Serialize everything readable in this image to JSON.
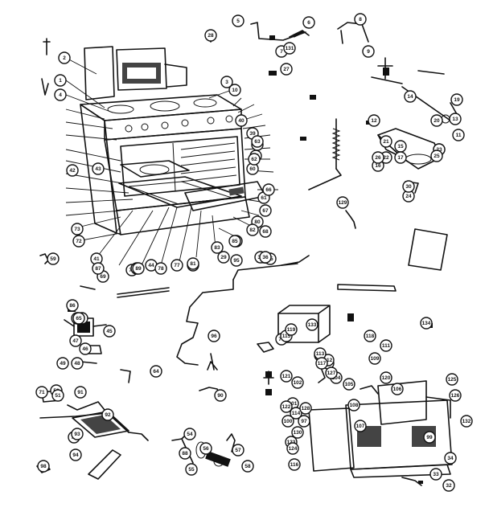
{
  "diagram": {
    "callouts": [
      "1",
      "2",
      "3",
      "4",
      "5",
      "6",
      "7",
      "8",
      "9",
      "10",
      "11",
      "12",
      "13",
      "14",
      "15",
      "16",
      "17",
      "18",
      "19",
      "20",
      "21",
      "22",
      "23",
      "24",
      "25",
      "26",
      "27",
      "28",
      "29",
      "30",
      "31",
      "32",
      "33",
      "34",
      "35",
      "36",
      "37",
      "38",
      "39",
      "40",
      "41",
      "42",
      "43",
      "44",
      "45",
      "46",
      "47",
      "48",
      "49",
      "50",
      "51",
      "52",
      "53",
      "54",
      "55",
      "56",
      "57",
      "58",
      "59",
      "60",
      "61",
      "62",
      "63",
      "64",
      "65",
      "66",
      "67",
      "68",
      "69",
      "70",
      "71",
      "72",
      "73",
      "74",
      "75",
      "76",
      "77",
      "78",
      "79",
      "80",
      "81",
      "82",
      "83",
      "84",
      "85",
      "86",
      "87",
      "88",
      "89",
      "90",
      "91",
      "92",
      "93",
      "94",
      "95",
      "96",
      "97",
      "98",
      "99",
      "100",
      "101",
      "102",
      "103",
      "104",
      "105",
      "106",
      "107",
      "108",
      "109",
      "110",
      "111",
      "112",
      "113",
      "114",
      "115",
      "116",
      "117",
      "118",
      "119",
      "120",
      "121",
      "122",
      "123",
      "124",
      "125",
      "126",
      "127",
      "128",
      "129",
      "130",
      "131",
      "132",
      "133",
      "134"
    ]
  }
}
